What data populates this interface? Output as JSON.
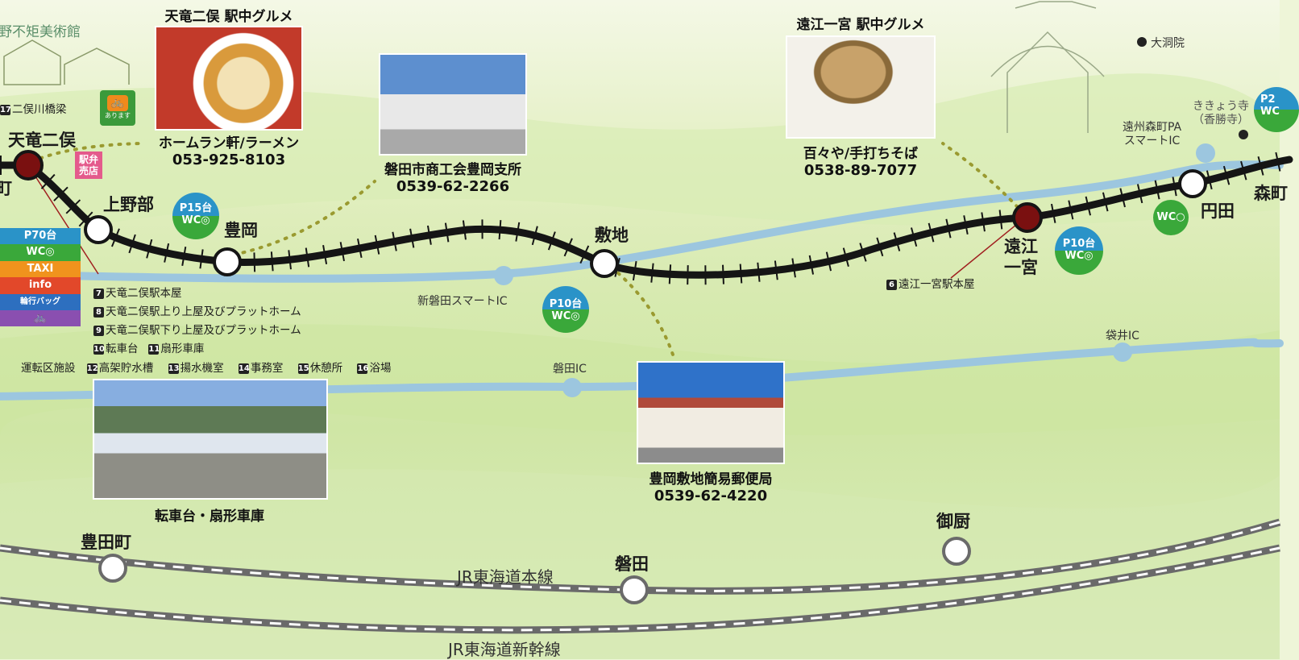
{
  "colors": {
    "rail": "#151515",
    "river": "#9cc6df",
    "dotted": "#9a9a30",
    "big_station": "#7a1010",
    "p_bubble": "#2a93c8",
    "wc_bubble": "#3aa83a",
    "jr": "#6a6a6a"
  },
  "top_left_label": "野不矩美術館",
  "stations": {
    "tenryu_futamata": "天竜二俣",
    "kamianobe": "上野部",
    "toyooka": "豊岡",
    "shikiji": "敷地",
    "totomi_ichinomiya": "遠江一宮",
    "enden": "円田",
    "mori": "森町",
    "toyodacho": "豊田町",
    "iwata": "磐田",
    "mikuriya": "御厨"
  },
  "lines": {
    "tokaido": "JR東海道本線",
    "shinkansen": "JR東海道新幹線"
  },
  "ics": {
    "shin_iwata": "新磐田スマートIC",
    "iwata": "磐田IC",
    "fukuroi": "袋井IC",
    "enshu_mori": "遠州森町PA\nスマートIC"
  },
  "places": {
    "daidoin": "大洞院",
    "kikyo": "ききょう寺\n（香勝寺）",
    "bridge": "二俣川橋梁",
    "bridge_num": "17"
  },
  "bubbles": {
    "toyooka": {
      "p": "P15台",
      "wc": "WC◎"
    },
    "shikiji": {
      "p": "P10台",
      "wc": "WC◎"
    },
    "ichinomiya": {
      "p": "P10台",
      "wc": "WC◎"
    },
    "enden": {
      "wc": "WC○"
    },
    "right": {
      "p": "P2",
      "wc": "WC"
    }
  },
  "futamata_disc": {
    "p": "P70台",
    "wc": "WC◎",
    "taxi": "TAXI",
    "info": "info",
    "bag": "輪行バッグ",
    "bike_icon": "bicycle-icon"
  },
  "kiosk": "駅弁\n売店",
  "cycle_badge": "あります",
  "facilities": [
    {
      "num": "7",
      "text": "天竜二俣駅本屋"
    },
    {
      "num": "8",
      "text": "天竜二俣駅上り上屋及びプラットホーム"
    },
    {
      "num": "9",
      "text": "天竜二俣駅下り上屋及びプラットホーム"
    },
    {
      "num": "10",
      "text": "転車台"
    },
    {
      "num": "11",
      "text": "扇形車庫"
    }
  ],
  "depot": {
    "label": "運転区施設",
    "items": [
      {
        "num": "12",
        "text": "高架貯水槽"
      },
      {
        "num": "13",
        "text": "揚水機室"
      },
      {
        "num": "14",
        "text": "事務室"
      },
      {
        "num": "15",
        "text": "休憩所"
      },
      {
        "num": "16",
        "text": "浴場"
      }
    ]
  },
  "ichinomiya_note": {
    "num": "6",
    "text": "遠江一宮駅本屋"
  },
  "cards": {
    "ramen": {
      "header": "天竜二俣 駅中グルメ",
      "name": "ホームラン軒/ラーメン",
      "tel": "053-925-8103"
    },
    "shokokai": {
      "name": "磐田市商工会豊岡支所",
      "tel": "0539-62-2266"
    },
    "soba": {
      "header": "遠江一宮 駅中グルメ",
      "name": "百々や/手打ちそば",
      "tel": "0538-89-7077"
    },
    "post": {
      "name": "豊岡敷地簡易郵便局",
      "tel": "0539-62-4220"
    },
    "turntable": {
      "name": "転車台・扇形車庫"
    }
  }
}
